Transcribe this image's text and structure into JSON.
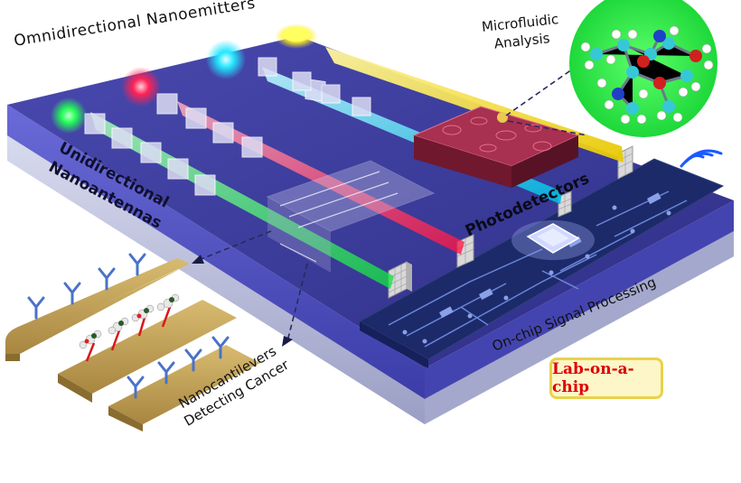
{
  "labels": {
    "omnidirectional": "Omnidirectional Nanoemitters",
    "microfluidic_line1": "Microfluidic",
    "microfluidic_line2": "Analysis",
    "unidirectional_line1": "Unidirectional",
    "unidirectional_line2": "Nanoantennas",
    "photodetectors": "Photodetectors",
    "signal_processing": "On-chip Signal Processing",
    "nanocantilevers_line1": "Nanocantilevers",
    "nanocantilevers_line2": "Detecting Cancer",
    "badge": "Lab-on-a-chip"
  },
  "colors": {
    "chip_top": "#3a3a9a",
    "chip_side": "#5858c8",
    "substrate": "#b8bcd8",
    "emitter_green": "#22ff55",
    "emitter_red": "#ff2255",
    "emitter_cyan": "#22e6ff",
    "emitter_yellow": "#ffee22",
    "cantilever_gold": "#c9a85a",
    "badge_text": "#e00000",
    "badge_border": "#e8d24a"
  },
  "icons": [
    "wifi-signal-icon",
    "molecule-icon",
    "processor-chip-icon"
  ]
}
